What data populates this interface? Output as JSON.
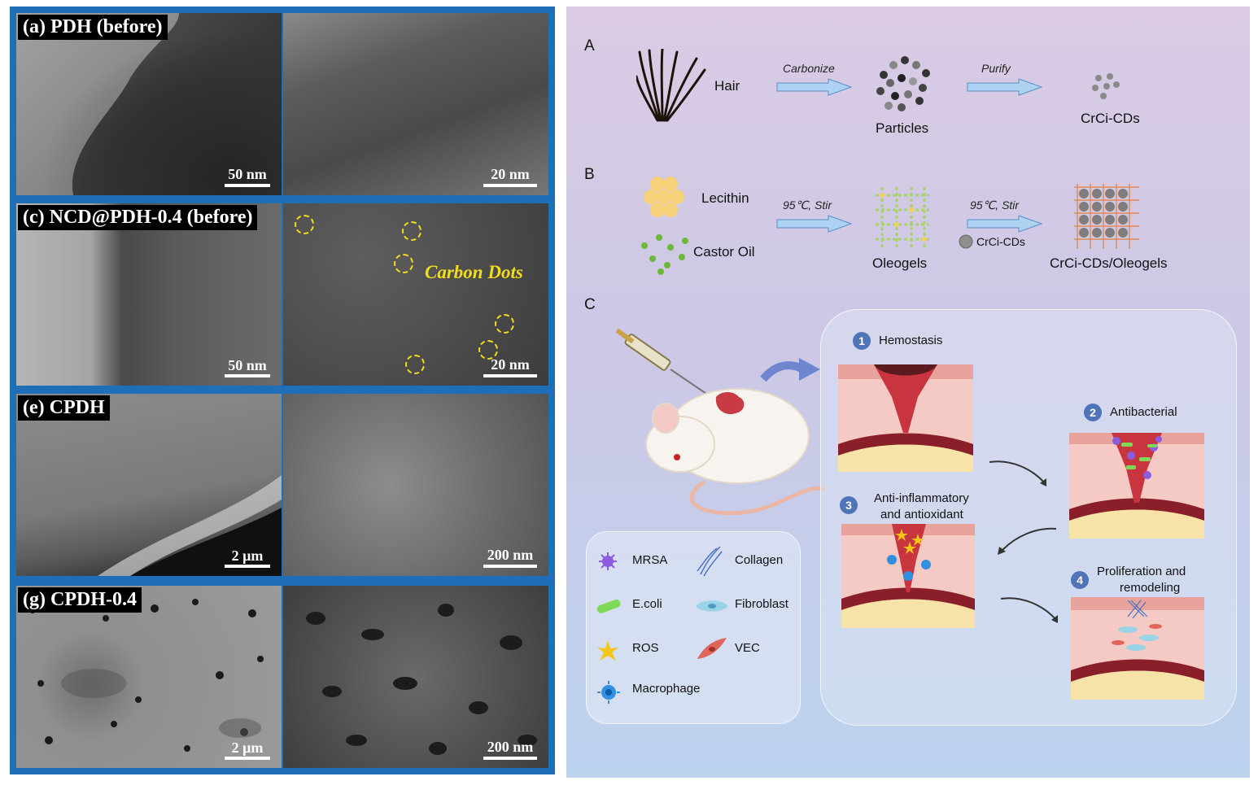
{
  "left_panels": [
    {
      "label": "(a) PDH (before)",
      "left_scale": "50 nm",
      "right_scale": "20 nm"
    },
    {
      "label": "(c) NCD@PDH-0.4 (before)",
      "left_scale": "50 nm",
      "right_scale": "20 nm",
      "annotation": "Carbon Dots"
    },
    {
      "label": "(e) CPDH",
      "left_scale": "2 μm",
      "right_scale": "200 nm"
    },
    {
      "label": "(g) CPDH-0.4",
      "left_scale": "2 μm",
      "right_scale": "200 nm"
    }
  ],
  "scheme": {
    "section_a": {
      "letter": "A",
      "hair": "Hair",
      "step1": "Carbonize",
      "particles": "Particles",
      "step2": "Purify",
      "product": "CrCi-CDs"
    },
    "section_b": {
      "letter": "B",
      "lecithin": "Lecithin",
      "castor_oil": "Castor Oil",
      "step1": "95℃, Stir",
      "oleogels": "Oleogels",
      "step2": "95℃, Stir",
      "additive": "CrCi-CDs",
      "product": "CrCi-CDs/Oleogels"
    },
    "section_c": {
      "letter": "C",
      "stages": [
        {
          "num": "1",
          "title": "Hemostasis"
        },
        {
          "num": "2",
          "title": "Antibacterial"
        },
        {
          "num": "3",
          "title": "Anti-inflammatory",
          "title2": "and antioxidant"
        },
        {
          "num": "4",
          "title": "Proliferation and",
          "title2": "remodeling"
        }
      ],
      "legend": [
        {
          "name": "MRSA",
          "color": "#8c5ce0"
        },
        {
          "name": "Collagen",
          "color": "#4a74c4"
        },
        {
          "name": "E.coli",
          "color": "#7ed957"
        },
        {
          "name": "Fibroblast",
          "color": "#9ad3e6"
        },
        {
          "name": "ROS",
          "color": "#f5c518"
        },
        {
          "name": "VEC",
          "color": "#e0665a"
        },
        {
          "name": "Macrophage",
          "color": "#2f8fe0"
        }
      ]
    }
  }
}
